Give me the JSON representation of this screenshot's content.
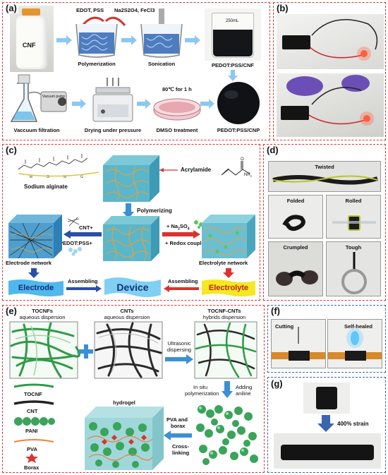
{
  "panels": {
    "a": {
      "label": "(a)",
      "cnf_label": "CNF",
      "reagents_top": "EDOT, PSS",
      "reagents_right": "Na2S2O4, FeCl3",
      "step_polymerization": "Polymerization",
      "step_sonication": "Sonication",
      "product_top": "PEDOT:PSS/CNF",
      "step_vacuum": "Vaccuum filtration",
      "step_drying": "Drying under pressure",
      "step_dmso": "DMSO treatment",
      "dmso_condition": "80℃ for 1 h",
      "product_bottom": "PEDOT:PSS/CNP",
      "beaker_mark": "250mL",
      "vacuum_pump_label": "Vacuum pump"
    },
    "b": {
      "label": "(b)"
    },
    "c": {
      "label": "(c)",
      "sodium_alginate": "Sodium alginate",
      "acrylamide": "Acrylamide",
      "nh2": "NH",
      "polymerizing": "Polymerizing",
      "cnt_plus": "CNT+",
      "pedot_plus": "PEDOT:PSS+",
      "na2so4": "+ Na",
      "na2so4_sub": "2",
      "na2so4_rest": "SO",
      "na2so4_sub2": "4",
      "redox": "+ Redox couple",
      "electrode_network": "Electrode network",
      "electrolyte_network": "Electrolyte network",
      "electrode": "Electrode",
      "device": "Device",
      "electrolyte": "Electrolyte",
      "assembling_left": "Assembling",
      "assembling_right": "Assembling"
    },
    "d": {
      "label": "(d)",
      "twisted": "Twisted",
      "folded": "Folded",
      "rolled": "Rolled",
      "crumpled": "Crumpled",
      "tough": "Tough"
    },
    "e": {
      "label": "(e)",
      "tocnfs": "TOCNFs",
      "tocnfs_sub": "aqueous dispersion",
      "cnts": "CNTs",
      "cnts_sub": "aqueous dispersion",
      "hybrid": "TOCNF-CNTs",
      "hybrid_sub": "hybrids dispersion",
      "ultrasonic": "Ultrasonic",
      "dispersing": "dispersing",
      "in_situ": "In situ",
      "polymerization": "polymerization",
      "adding": "Adding",
      "aniline": "aniline",
      "hydrogel": "hydrogel",
      "pva_borax": "PVA and",
      "borax_word": "borax",
      "cross": "Cross-",
      "linking": "linking",
      "legend_tocnf": "TOCNF",
      "legend_cnt": "CNT",
      "legend_pani": "PANI",
      "legend_pva": "PVA",
      "legend_borax": "Borax"
    },
    "f": {
      "label": "(f)",
      "cutting": "Cutting",
      "self_healed": "Self-healed"
    },
    "g": {
      "label": "(g)",
      "strain": "400% strain"
    }
  },
  "colors": {
    "red_border": "#d9332f",
    "blue_border": "#3a66b0",
    "arrow_blue": "#3a8fd6",
    "arrow_red": "#d9332f",
    "gel_green": "#3aa45a"
  }
}
